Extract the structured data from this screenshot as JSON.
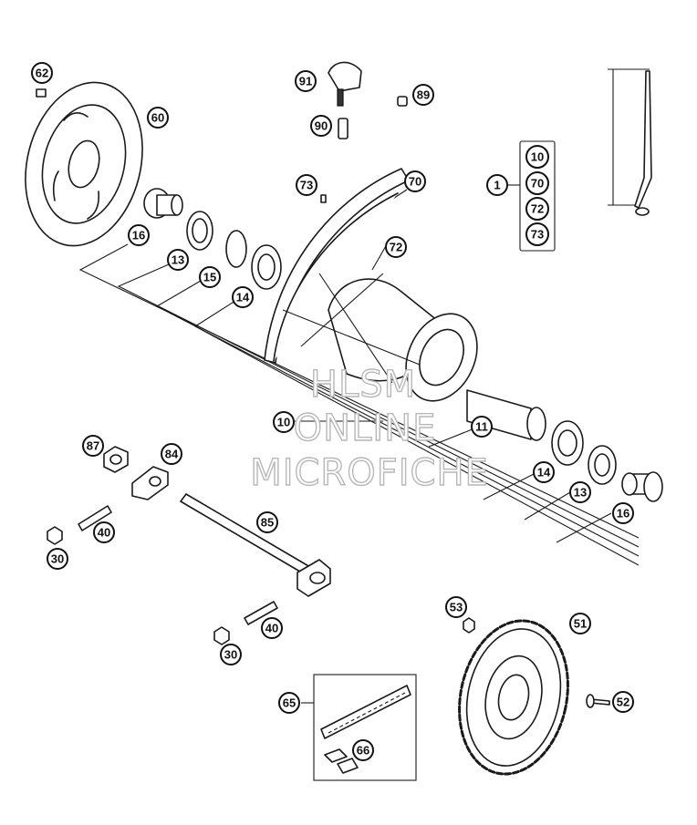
{
  "watermark": {
    "line1": "HLSM",
    "line2": "ONLINE",
    "line3": "MICROFICHE"
  },
  "kit_group": {
    "number": "1",
    "items": [
      "10",
      "70",
      "72",
      "73"
    ]
  },
  "callouts": {
    "c62": "62",
    "c60": "60",
    "c91": "91",
    "c89": "89",
    "c90": "90",
    "c73": "73",
    "c70": "70",
    "c72": "72",
    "c16a": "16",
    "c13a": "13",
    "c15": "15",
    "c14a": "14",
    "c10": "10",
    "c11": "11",
    "c14b": "14",
    "c13b": "13",
    "c16b": "16",
    "c87": "87",
    "c84": "84",
    "c40a": "40",
    "c30a": "30",
    "c85": "85",
    "c40b": "40",
    "c30b": "30",
    "c53": "53",
    "c51": "51",
    "c65": "65",
    "c66": "66",
    "c52": "52"
  }
}
